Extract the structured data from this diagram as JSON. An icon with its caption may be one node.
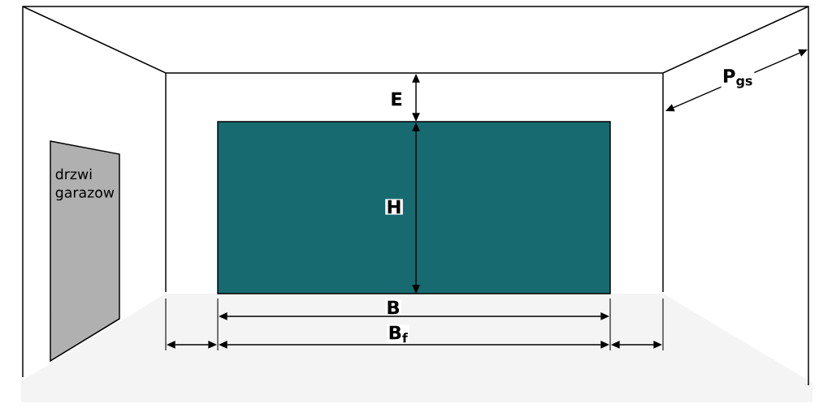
{
  "diagram": {
    "nodes": [
      {
        "text": [
          "drzwi garazow"
        ]
      }
    ],
    "labels": [
      "P$_{gs}$",
      "E",
      "H",
      "B",
      "B$_{f}$"
    ]
  }
}
